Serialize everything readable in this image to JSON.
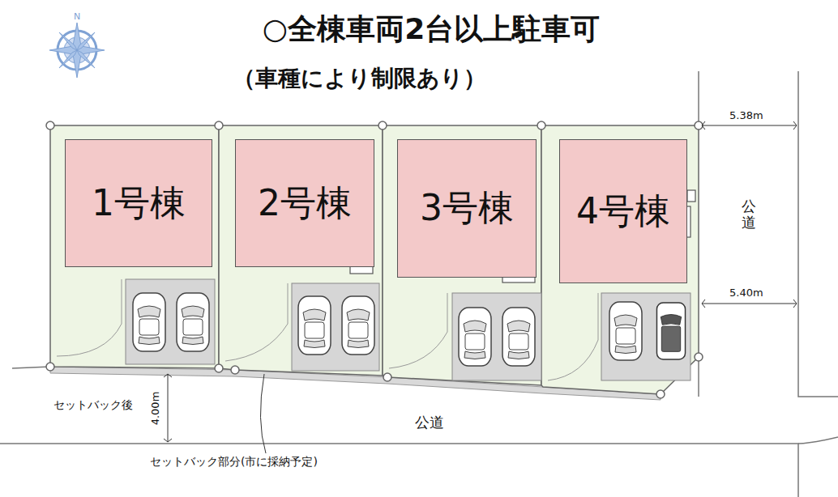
{
  "diagram": {
    "title": "○全棟車両2台以上駐車可",
    "nodes": [
      {
        "text": [
          "1号棟"
        ]
      },
      {
        "text": [
          "2号棟"
        ]
      },
      {
        "text": [
          "3号棟"
        ]
      },
      {
        "text": [
          "4号棟"
        ]
      }
    ],
    "labels": [
      "（車種により制限あり）",
      "N",
      "5.38m",
      "公道",
      "5.40m",
      "セットバック後",
      "4.00m",
      "公道",
      "セットバック部分(市に採納予定)"
    ]
  }
}
